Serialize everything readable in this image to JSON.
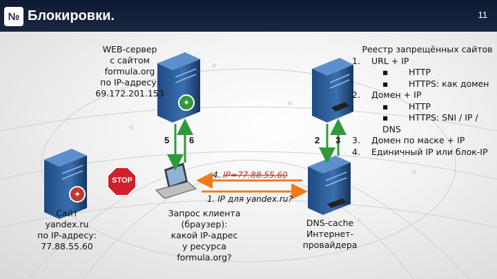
{
  "header": {
    "logo": "№",
    "title": "Блокировки.",
    "slide_number": "11"
  },
  "web_server": {
    "lines": [
      "WEB-сервер",
      "с сайтом",
      "formula.org",
      "по IP-адресу:",
      "69.172.201.153"
    ]
  },
  "site": {
    "lines": [
      "Сайт",
      "yandex.ru",
      "по IP-адресу:",
      "77.88.55.60"
    ]
  },
  "client": {
    "lines": [
      "Запрос клиента",
      "(браузер):",
      "какой IP-адрес",
      "у ресурса",
      "formula.org?"
    ]
  },
  "dns": {
    "lines": [
      "DNS-cache",
      "Интернет-",
      "провайдера"
    ]
  },
  "stop_sign": "STOP",
  "flow_numbers": {
    "n5": "5",
    "n6": "6",
    "n2": "2",
    "n3": "3"
  },
  "messages": {
    "m4_prefix": "4. ",
    "m4_ip": "IP=77.88.55.60",
    "m1": "1. IP для yandex.ru?"
  },
  "registry": {
    "title": "Реестр запрещённых сайтов",
    "items": [
      {
        "marker": "1.",
        "text": "URL + IP",
        "subs": [
          {
            "bullet": "▪",
            "text": "HTTP"
          },
          {
            "bullet": "▪",
            "text": "HTTPS: как домен"
          }
        ]
      },
      {
        "marker": "2.",
        "text": "Домен + IP",
        "subs": [
          {
            "bullet": "▪",
            "text": "HTTP"
          },
          {
            "bullet": "▪",
            "text": "HTTPS: SNI / IP / DNS"
          }
        ]
      },
      {
        "marker": "3.",
        "text": "Домен по маске + IP",
        "subs": []
      },
      {
        "marker": "4.",
        "text": "Единичный IP или блок-IP",
        "subs": []
      }
    ]
  },
  "colors": {
    "header": "#1a2640",
    "stop": "#d0202a",
    "arrow_green": "#2f9a3a",
    "arrow_orange": "#f07a1a",
    "ip_red": "#c0392b",
    "server": "#2d5e9a"
  }
}
